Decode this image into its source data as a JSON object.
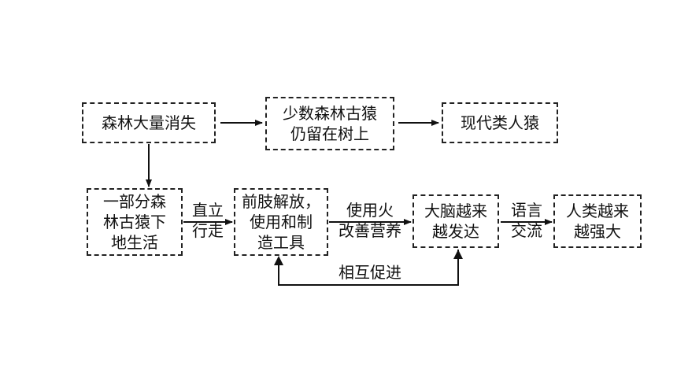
{
  "nodes": {
    "forest_loss": "森林大量消失",
    "few_apes_stay": "少数森林古猿\n仍留在树上",
    "modern_apes": "现代类人猿",
    "some_apes_ground": "一部分森\n林古猿下\n地生活",
    "forelimbs_free": "前肢解放，\n使用和制\n造工具",
    "brain_develops": "大脑越来\n越发达",
    "humans_stronger": "人类越来\n越强大"
  },
  "edge_labels": {
    "upright_walk": "直立\n行走",
    "fire_nutrition": "使用火\n改善营养",
    "language": "语言\n交流",
    "mutual": "相互促进"
  }
}
